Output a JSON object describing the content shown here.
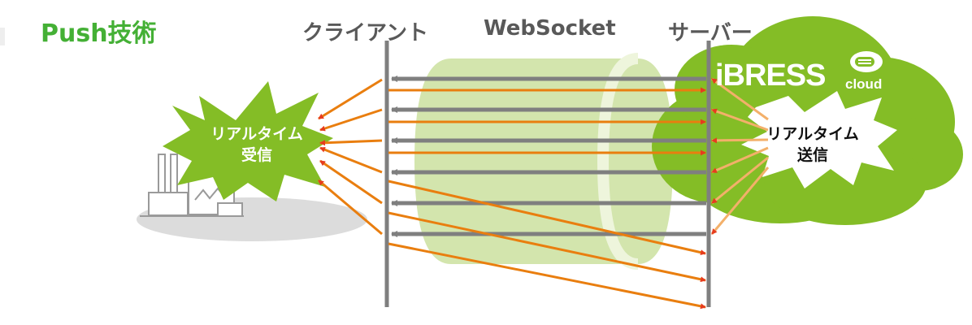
{
  "title": "Push技術",
  "headers": {
    "client": "クライアント",
    "websocket": "WebSocket",
    "server": "サーバー"
  },
  "receive_label": [
    "リアルタイム",
    "受信"
  ],
  "send_label": [
    "リアルタイム",
    "送信"
  ],
  "brand": {
    "name": "iBRESS",
    "sub": "cloud"
  },
  "icons": [
    "factory-icon",
    "cloud-icon",
    "database-icon",
    "burst-icon"
  ],
  "colors": {
    "title_green": "#44b035",
    "cloud_green": "#84bd26",
    "tube_green": "#d3e5ad",
    "arrow_orange": "#e97e0f",
    "arrow_gray": "#7f7f7f",
    "light_orange": "#f3b06a"
  }
}
